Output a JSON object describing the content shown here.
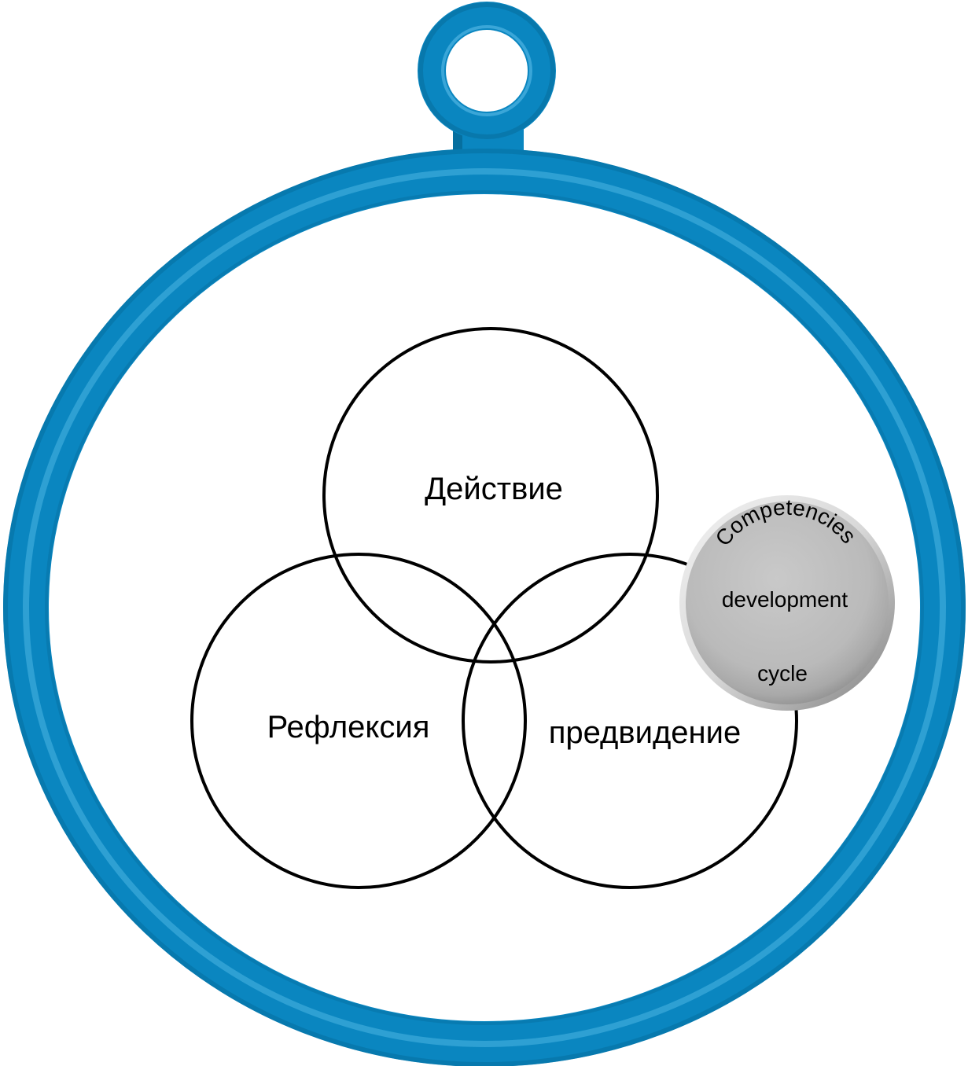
{
  "venn": {
    "top_label": "Действие",
    "left_label": "Рефлексия",
    "right_label": "предвидение"
  },
  "badge": {
    "arc_text": "Competencies",
    "line2": "development",
    "line3": "cycle"
  },
  "colors": {
    "frame": "#0a86c0",
    "frame_dark": "#066f9f",
    "frame_light": "#4fb4e2",
    "circle_stroke": "#000000",
    "badge_fill": "#bdbdbd"
  }
}
